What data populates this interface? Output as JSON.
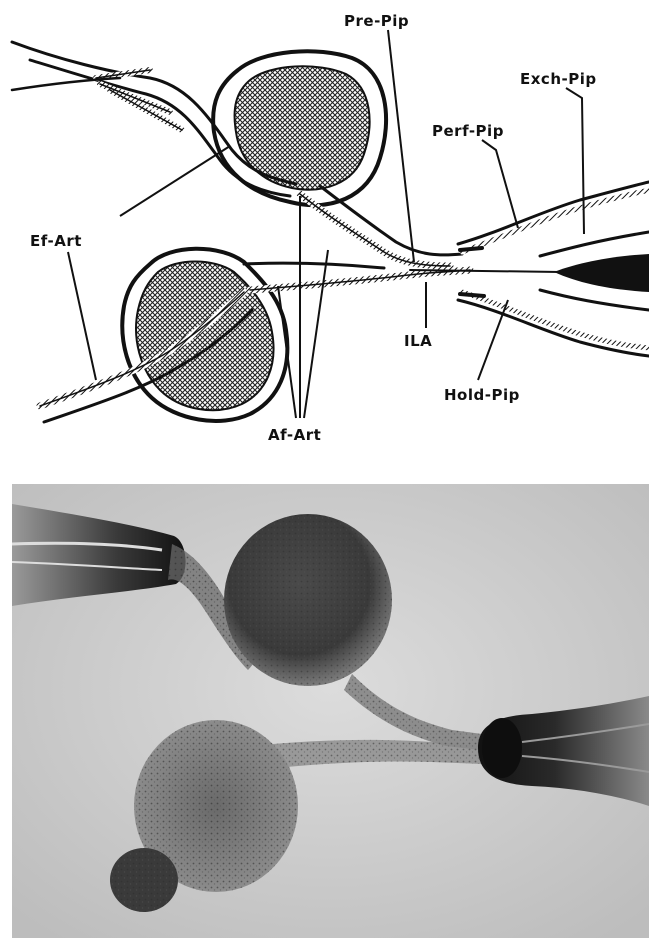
{
  "figure": {
    "labels": {
      "pre_pip": "Pre-Pip",
      "exch_pip": "Exch-Pip",
      "perf_pip": "Perf-Pip",
      "ef_art": "Ef-Art",
      "ila": "ILA",
      "hold_pip": "Hold-Pip",
      "af_art": "Af-Art"
    }
  },
  "colors": {
    "ink": "#111111",
    "paper": "#ffffff",
    "photo_background": "#d4d4d4",
    "tissue_dark": "#3a3a3a",
    "pipette_dark": "#1a1a1a"
  }
}
